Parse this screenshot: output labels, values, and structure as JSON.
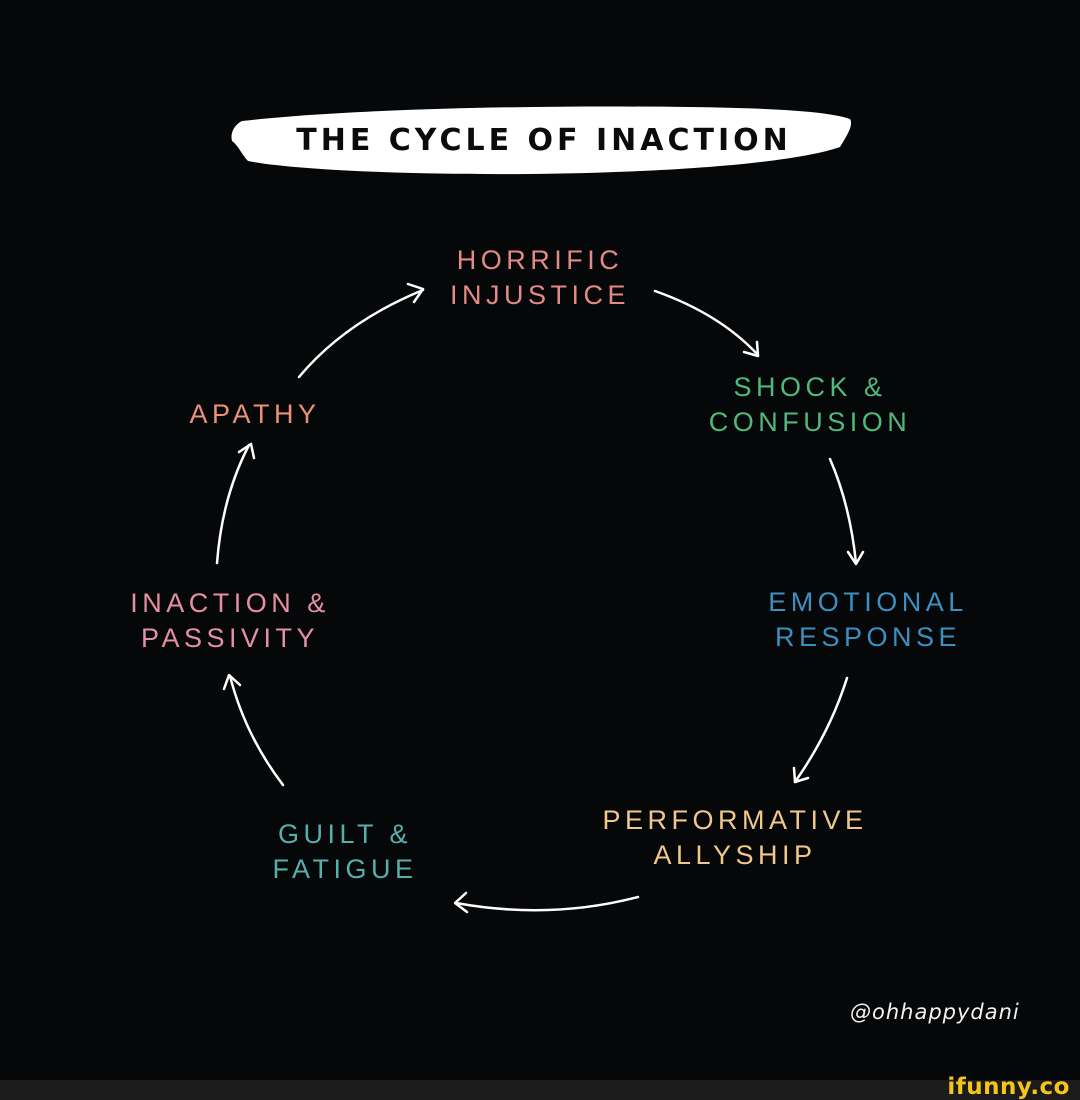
{
  "title": "THE CYCLE OF INACTION",
  "nodes": [
    {
      "id": "horrific-injustice",
      "lines": [
        "HORRIFIC",
        "INJUSTICE"
      ],
      "color": "#e38a86"
    },
    {
      "id": "shock-confusion",
      "lines": [
        "SHOCK &",
        "CONFUSION"
      ],
      "color": "#4fb97b"
    },
    {
      "id": "emotional-response",
      "lines": [
        "EMOTIONAL",
        "RESPONSE"
      ],
      "color": "#3d8fbf"
    },
    {
      "id": "performative-allyship",
      "lines": [
        "PERFORMATIVE",
        "ALLYSHIP"
      ],
      "color": "#f1c88a"
    },
    {
      "id": "guilt-fatigue",
      "lines": [
        "GUILT &",
        "FATIGUE"
      ],
      "color": "#55b0ac"
    },
    {
      "id": "inaction-passivity",
      "lines": [
        "INACTION &",
        "PASSIVITY"
      ],
      "color": "#e58fa2"
    },
    {
      "id": "apathy",
      "lines": [
        "APATHY"
      ],
      "color": "#e99279"
    }
  ],
  "edges": [
    {
      "from": "horrific-injustice",
      "to": "shock-confusion"
    },
    {
      "from": "shock-confusion",
      "to": "emotional-response"
    },
    {
      "from": "emotional-response",
      "to": "performative-allyship"
    },
    {
      "from": "performative-allyship",
      "to": "guilt-fatigue"
    },
    {
      "from": "guilt-fatigue",
      "to": "inaction-passivity"
    },
    {
      "from": "inaction-passivity",
      "to": "apathy"
    },
    {
      "from": "apathy",
      "to": "horrific-injustice"
    }
  ],
  "credit": "@ohhappydani",
  "watermark": "ifunny.co",
  "colors": {
    "background": "#060709",
    "arrow": "#ffffff",
    "title_band": "#ffffff",
    "footer_bar": "#1b1b1c",
    "watermark": "#f5c518"
  }
}
